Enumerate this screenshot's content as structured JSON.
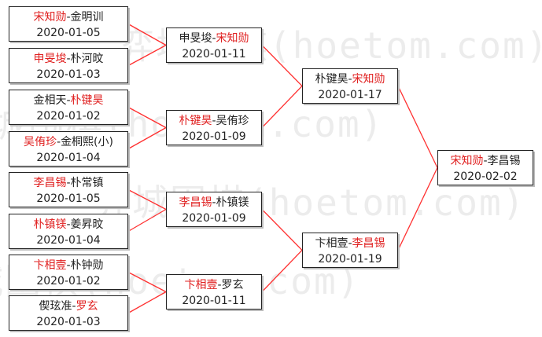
{
  "watermark": "弈城围棋(hoetom.com)",
  "colors": {
    "winner": "#e02020",
    "line": "#ff3030",
    "text": "#222222"
  },
  "rounds": [
    [
      {
        "p1": "宋知勋",
        "p2": "金明训",
        "winner": 1,
        "date": "2020-01-05"
      },
      {
        "p1": "申旻埈",
        "p2": "朴河旼",
        "winner": 1,
        "date": "2020-01-03"
      },
      {
        "p1": "金相天",
        "p2": "朴键昊",
        "winner": 2,
        "date": "2020-01-02"
      },
      {
        "p1": "吴侑珍",
        "p2": "金桐熙(小)",
        "winner": 1,
        "date": "2020-01-04"
      },
      {
        "p1": "李昌锡",
        "p2": "朴常镇",
        "winner": 1,
        "date": "2020-01-05"
      },
      {
        "p1": "朴镇镁",
        "p2": "姜昇旼",
        "winner": 1,
        "date": "2020-01-04"
      },
      {
        "p1": "卞相壹",
        "p2": "朴钟勋",
        "winner": 1,
        "date": "2020-01-02"
      },
      {
        "p1": "偰玹准",
        "p2": "罗玄",
        "winner": 2,
        "date": "2020-01-03"
      }
    ],
    [
      {
        "p1": "申旻埈",
        "p2": "宋知勋",
        "winner": 2,
        "date": "2020-01-11"
      },
      {
        "p1": "朴键昊",
        "p2": "吴侑珍",
        "winner": 1,
        "date": "2020-01-09"
      },
      {
        "p1": "李昌锡",
        "p2": "朴镇镁",
        "winner": 1,
        "date": "2020-01-09"
      },
      {
        "p1": "卞相壹",
        "p2": "罗玄",
        "winner": 1,
        "date": "2020-01-11"
      }
    ],
    [
      {
        "p1": "朴键昊",
        "p2": "宋知勋",
        "winner": 2,
        "date": "2020-01-17"
      },
      {
        "p1": "卞相壹",
        "p2": "李昌锡",
        "winner": 2,
        "date": "2020-01-19"
      }
    ],
    [
      {
        "p1": "宋知勋",
        "p2": "李昌锡",
        "winner": 1,
        "date": "2020-02-02"
      }
    ]
  ]
}
